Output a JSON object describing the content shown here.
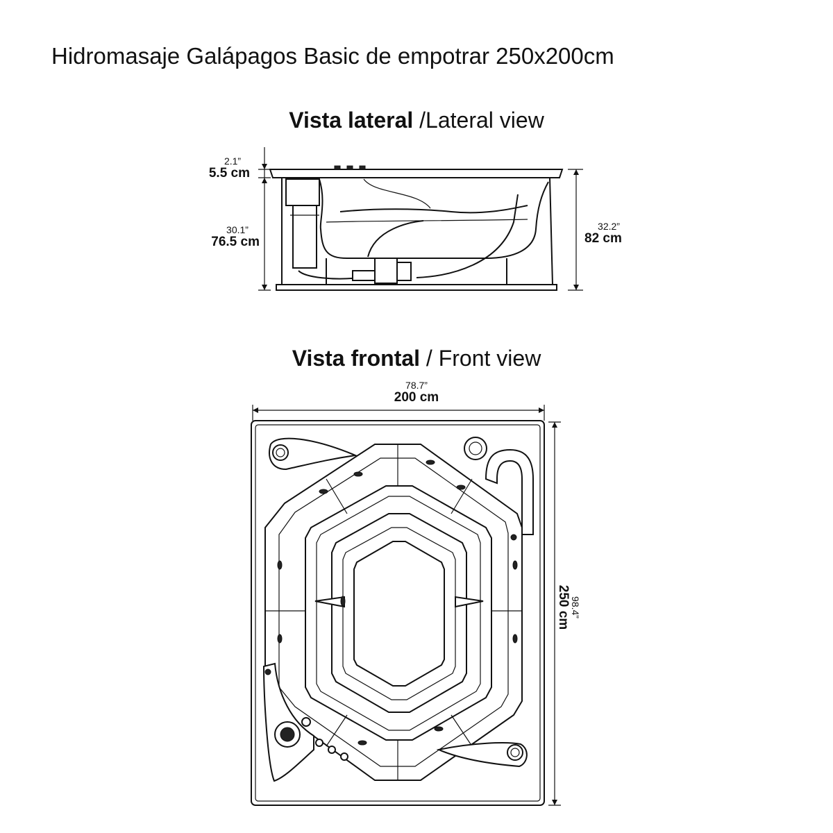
{
  "title": "Hidromasaje Galápagos Basic de empotrar 250x200cm",
  "lateral_view": {
    "heading_es": "Vista lateral",
    "heading_sep": "/",
    "heading_en": "Lateral view",
    "dims": {
      "rim": {
        "inches": "2.1”",
        "cm": "5.5 cm"
      },
      "shell": {
        "inches": "30.1”",
        "cm": "76.5 cm"
      },
      "total": {
        "inches": "32.2”",
        "cm": "82 cm"
      }
    }
  },
  "front_view": {
    "heading_es": "Vista frontal",
    "heading_sep": "/",
    "heading_en": "Front view",
    "dims": {
      "width": {
        "inches": "78.7”",
        "cm": "200 cm"
      },
      "length": {
        "inches": "98.4”",
        "cm": "250 cm"
      }
    }
  }
}
